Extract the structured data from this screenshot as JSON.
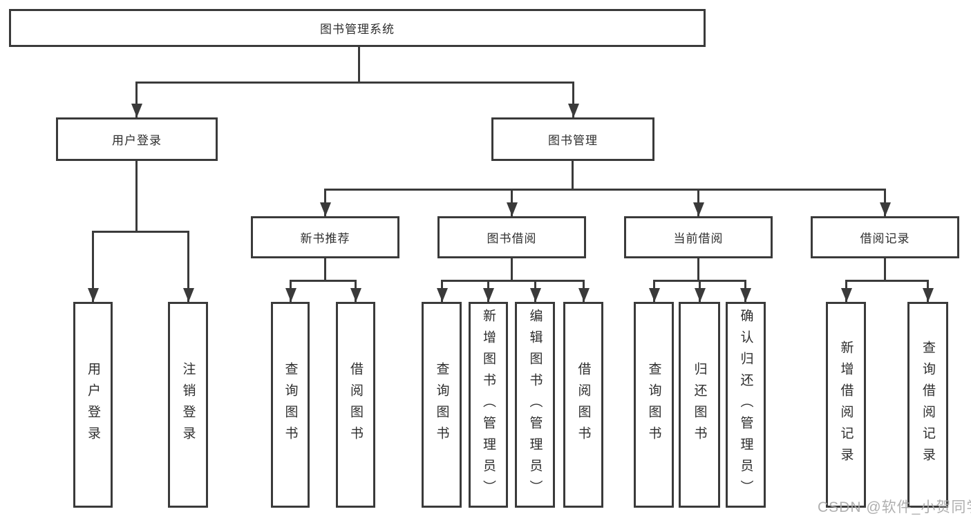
{
  "diagram": {
    "root": "图书管理系统",
    "branches": {
      "user_login": "用户登录",
      "book_mgmt": "图书管理"
    },
    "modules": {
      "new_book": "新书推荐",
      "borrow": "图书借阅",
      "current": "当前借阅",
      "records": "借阅记录"
    },
    "leaves": {
      "login": "用户登录",
      "logout": "注销登录",
      "nb_query": "查询图书",
      "nb_borrow": "借阅图书",
      "bw_query": "查询图书",
      "bw_add": "新增图书（管理员）",
      "bw_edit": "编辑图书（管理员）",
      "bw_borrow": "借阅图书",
      "cu_query": "查询图书",
      "cu_return": "归还图书",
      "cu_confirm": "确认归还（管理员）",
      "rc_add": "新增借阅记录",
      "rc_query": "查询借阅记录"
    }
  },
  "watermark": {
    "text": "CSDN @软件_小贺同学"
  },
  "colors": {
    "line": "#3a3a3a",
    "text": "#2e2e2e",
    "watermark": "#a8a8a8",
    "background": "#ffffff"
  }
}
